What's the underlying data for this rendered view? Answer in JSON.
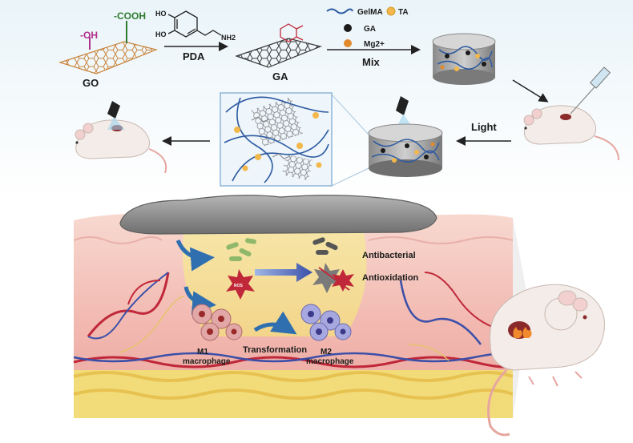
{
  "synthesis": {
    "go_label": "GO",
    "oh_label": "-OH",
    "cooh_label": "-COOH",
    "pda_label": "PDA",
    "ga_label": "GA",
    "mix_label": "Mix",
    "dopamine_oh_top": "HO",
    "dopamine_oh_bottom": "HO",
    "dopamine_nh2": "NH2"
  },
  "legend": {
    "gelma": "GelMA",
    "ta": "TA",
    "ga": "GA",
    "mg": "Mg2+"
  },
  "process": {
    "light_label": "Light"
  },
  "wound": {
    "antibacterial": "Antibacterial",
    "antioxidation": "Antioxidation",
    "m1_line1": "M1",
    "m1_line2": "macrophage",
    "transformation": "Transformation",
    "m2_line1": "M2",
    "m2_line2": "macrophage",
    "ros": "ROS"
  },
  "colors": {
    "go_lattice": "#c8843c",
    "ga_lattice": "#3a3a3a",
    "gelma_fiber": "#2c5aa0",
    "ta_dot": "#f2b84b",
    "ga_dot": "#1a1a1a",
    "mg_dot": "#e08a2c",
    "oh_group": "#b0308a",
    "cooh_group": "#2f7a2f",
    "skin": "#f4c7bf",
    "fat": "#f2dc7a",
    "hydrogel": "#8e8e8e",
    "ros_star": "#c0283a",
    "m1_cell": "#d99a9a",
    "m2_cell": "#8f8fd0"
  }
}
